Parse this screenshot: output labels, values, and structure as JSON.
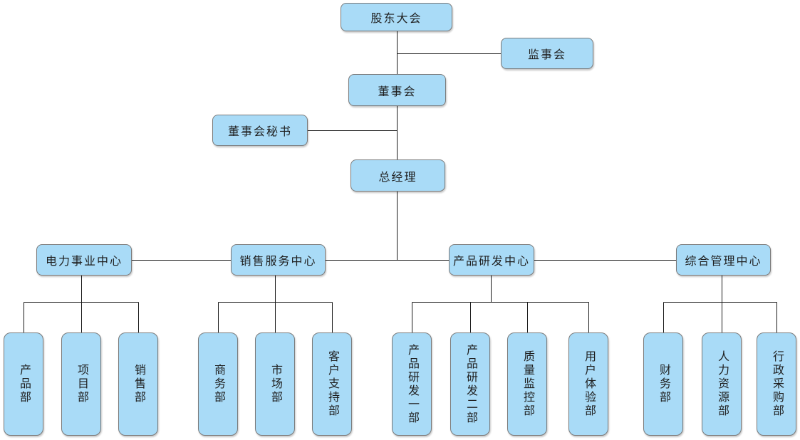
{
  "colors": {
    "node_fill": "#A9DBF7",
    "node_border": "#7A7A7A",
    "connector_line": "#1A1A1A",
    "node_text": "#1F1F1F"
  },
  "org": {
    "shareholders_meeting": "股东大会",
    "supervisory_board": "监事会",
    "board_of_directors": "董事会",
    "board_secretary": "董事会秘书",
    "general_manager": "总经理",
    "centers": [
      {
        "label": "电力事业中心",
        "departments": [
          "产品部",
          "项目部",
          "销售部"
        ]
      },
      {
        "label": "销售服务中心",
        "departments": [
          "商务部",
          "市场部",
          "客户支持部"
        ]
      },
      {
        "label": "产品研发中心",
        "departments": [
          "产品研发一部",
          "产品研发二部",
          "质量监控部",
          "用户体验部"
        ]
      },
      {
        "label": "综合管理中心",
        "departments": [
          "财务部",
          "人力资源部",
          "行政采购部"
        ]
      }
    ]
  }
}
